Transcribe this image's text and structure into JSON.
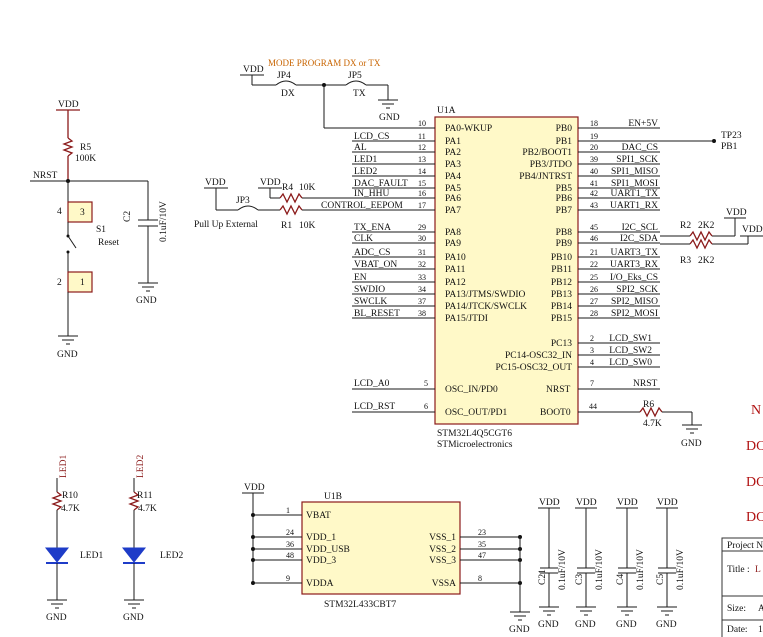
{
  "title_top": "MODE PROGRAM DX or TX",
  "jumpers": {
    "jp4": "JP4",
    "jp4_label": "DX",
    "jp5": "JP5",
    "jp5_label": "TX",
    "jp3": "JP3",
    "jp3_label": "Pull Up External"
  },
  "power": {
    "vdd": "VDD",
    "gnd": "GND",
    "en5v": "EN+5V"
  },
  "reset": {
    "r5": "R5",
    "r5_val": "100K",
    "nrst": "NRST",
    "s1": "S1",
    "s1_label": "Reset",
    "c2": "C2",
    "c2_val": "0.1uF/10V",
    "pin4": "4",
    "pin3": "3",
    "pin2": "2",
    "pin1": "1"
  },
  "pullups": {
    "r4": "R4",
    "r4_val": "10K",
    "r1": "R1",
    "r1_val": "10K",
    "control": "CONTROL_EEPOM"
  },
  "u1a": {
    "ref": "U1A",
    "part": "STM32L4Q5CGT6",
    "maker": "STMicroelectronics",
    "left": [
      {
        "n": "10",
        "p": "PA0-WKUP",
        "net": ""
      },
      {
        "n": "11",
        "p": "PA1",
        "net": "LCD_CS"
      },
      {
        "n": "12",
        "p": "PA2",
        "net": "AL"
      },
      {
        "n": "13",
        "p": "PA3",
        "net": "LED1"
      },
      {
        "n": "14",
        "p": "PA4",
        "net": "LED2"
      },
      {
        "n": "15",
        "p": "PA5",
        "net": "DAC_FAULT"
      },
      {
        "n": "16",
        "p": "PA6",
        "net": "IN_HHU"
      },
      {
        "n": "17",
        "p": "PA7",
        "net": ""
      },
      {
        "n": "29",
        "p": "PA8",
        "net": "TX_ENA"
      },
      {
        "n": "30",
        "p": "PA9",
        "net": "CLK"
      },
      {
        "n": "31",
        "p": "PA10",
        "net": "ADC_CS"
      },
      {
        "n": "32",
        "p": "PA11",
        "net": "VBAT_ON"
      },
      {
        "n": "33",
        "p": "PA12",
        "net": "EN"
      },
      {
        "n": "34",
        "p": "PA13/JTMS/SWDIO",
        "net": "SWDIO"
      },
      {
        "n": "37",
        "p": "PA14/JTCK/SWCLK",
        "net": "SWCLK"
      },
      {
        "n": "38",
        "p": "PA15/JTDI",
        "net": "BL_RESET"
      }
    ],
    "right": [
      {
        "n": "18",
        "p": "PB0",
        "net": "EN+5V"
      },
      {
        "n": "19",
        "p": "PB1",
        "net": ""
      },
      {
        "n": "20",
        "p": "PB2/BOOT1",
        "net": "DAC_CS"
      },
      {
        "n": "39",
        "p": "PB3/JTDO",
        "net": "SPI1_SCK"
      },
      {
        "n": "40",
        "p": "PB4/JNTRST",
        "net": "SPI1_MISO"
      },
      {
        "n": "41",
        "p": "PB5",
        "net": "SPI1_MOSI"
      },
      {
        "n": "42",
        "p": "PB6",
        "net": "UART1_TX"
      },
      {
        "n": "43",
        "p": "PB7",
        "net": "UART1_RX"
      },
      {
        "n": "45",
        "p": "PB8",
        "net": "I2C_SCL"
      },
      {
        "n": "46",
        "p": "PB9",
        "net": "I2C_SDA"
      },
      {
        "n": "21",
        "p": "PB10",
        "net": "UART3_TX"
      },
      {
        "n": "22",
        "p": "PB11",
        "net": "UART3_RX"
      },
      {
        "n": "25",
        "p": "PB12",
        "net": "I/O_Eks_CS"
      },
      {
        "n": "26",
        "p": "PB13",
        "net": "SPI2_SCK"
      },
      {
        "n": "27",
        "p": "PB14",
        "net": "SPI2_MISO"
      },
      {
        "n": "28",
        "p": "PB15",
        "net": "SPI2_MOSI"
      }
    ],
    "pc": [
      {
        "n": "2",
        "p": "PC13",
        "net": "LCD_SW1"
      },
      {
        "n": "3",
        "p": "PC14-OSC32_IN",
        "net": "LCD_SW2"
      },
      {
        "n": "4",
        "p": "PC15-OSC32_OUT",
        "net": "LCD_SW0"
      }
    ],
    "osc_in": {
      "n": "5",
      "p": "OSC_IN/PD0",
      "net": "LCD_A0"
    },
    "osc_out": {
      "n": "6",
      "p": "OSC_OUT/PD1",
      "net": "LCD_RST"
    },
    "nrst": {
      "n": "7",
      "p": "NRST",
      "net": "NRST"
    },
    "boot0": {
      "n": "44",
      "p": "BOOT0"
    }
  },
  "tp23": {
    "ref": "TP23",
    "net": "PB1"
  },
  "i2c": {
    "r2": "R2",
    "r2_val": "2K2",
    "r3": "R3",
    "r3_val": "2K2"
  },
  "r6": {
    "ref": "R6",
    "val": "4.7K"
  },
  "leds": [
    {
      "net": "LED1",
      "r": "R10",
      "rv": "4.7K",
      "d": "LED1"
    },
    {
      "net": "LED2",
      "r": "R11",
      "rv": "4.7K",
      "d": "LED2"
    }
  ],
  "u1b": {
    "ref": "U1B",
    "part": "STM32L433CBT7",
    "left": [
      {
        "n": "1",
        "p": "VBAT"
      },
      {
        "n": "24",
        "p": "VDD_1"
      },
      {
        "n": "36",
        "p": "VDD_USB"
      },
      {
        "n": "48",
        "p": "VDD_3"
      },
      {
        "n": "9",
        "p": "VDDA"
      }
    ],
    "right": [
      {
        "n": "23",
        "p": "VSS_1"
      },
      {
        "n": "35",
        "p": "VSS_2"
      },
      {
        "n": "47",
        "p": "VSS_3"
      },
      {
        "n": "8",
        "p": "VSSA"
      }
    ]
  },
  "decoupling": [
    {
      "ref": "C21",
      "val": "0.1uF/10V"
    },
    {
      "ref": "C3",
      "val": "0.1uF/10V"
    },
    {
      "ref": "C4",
      "val": "0.1uF/10V"
    },
    {
      "ref": "C5",
      "val": "0.1uF/10V"
    }
  ],
  "side_notes": [
    "N",
    "DC",
    "DC",
    "DC"
  ],
  "title_block": {
    "project": "Project N",
    "title": "Title :",
    "title_val": "L",
    "size": "Size:",
    "size_val": "A",
    "date": "Date:",
    "date_val": "1"
  }
}
